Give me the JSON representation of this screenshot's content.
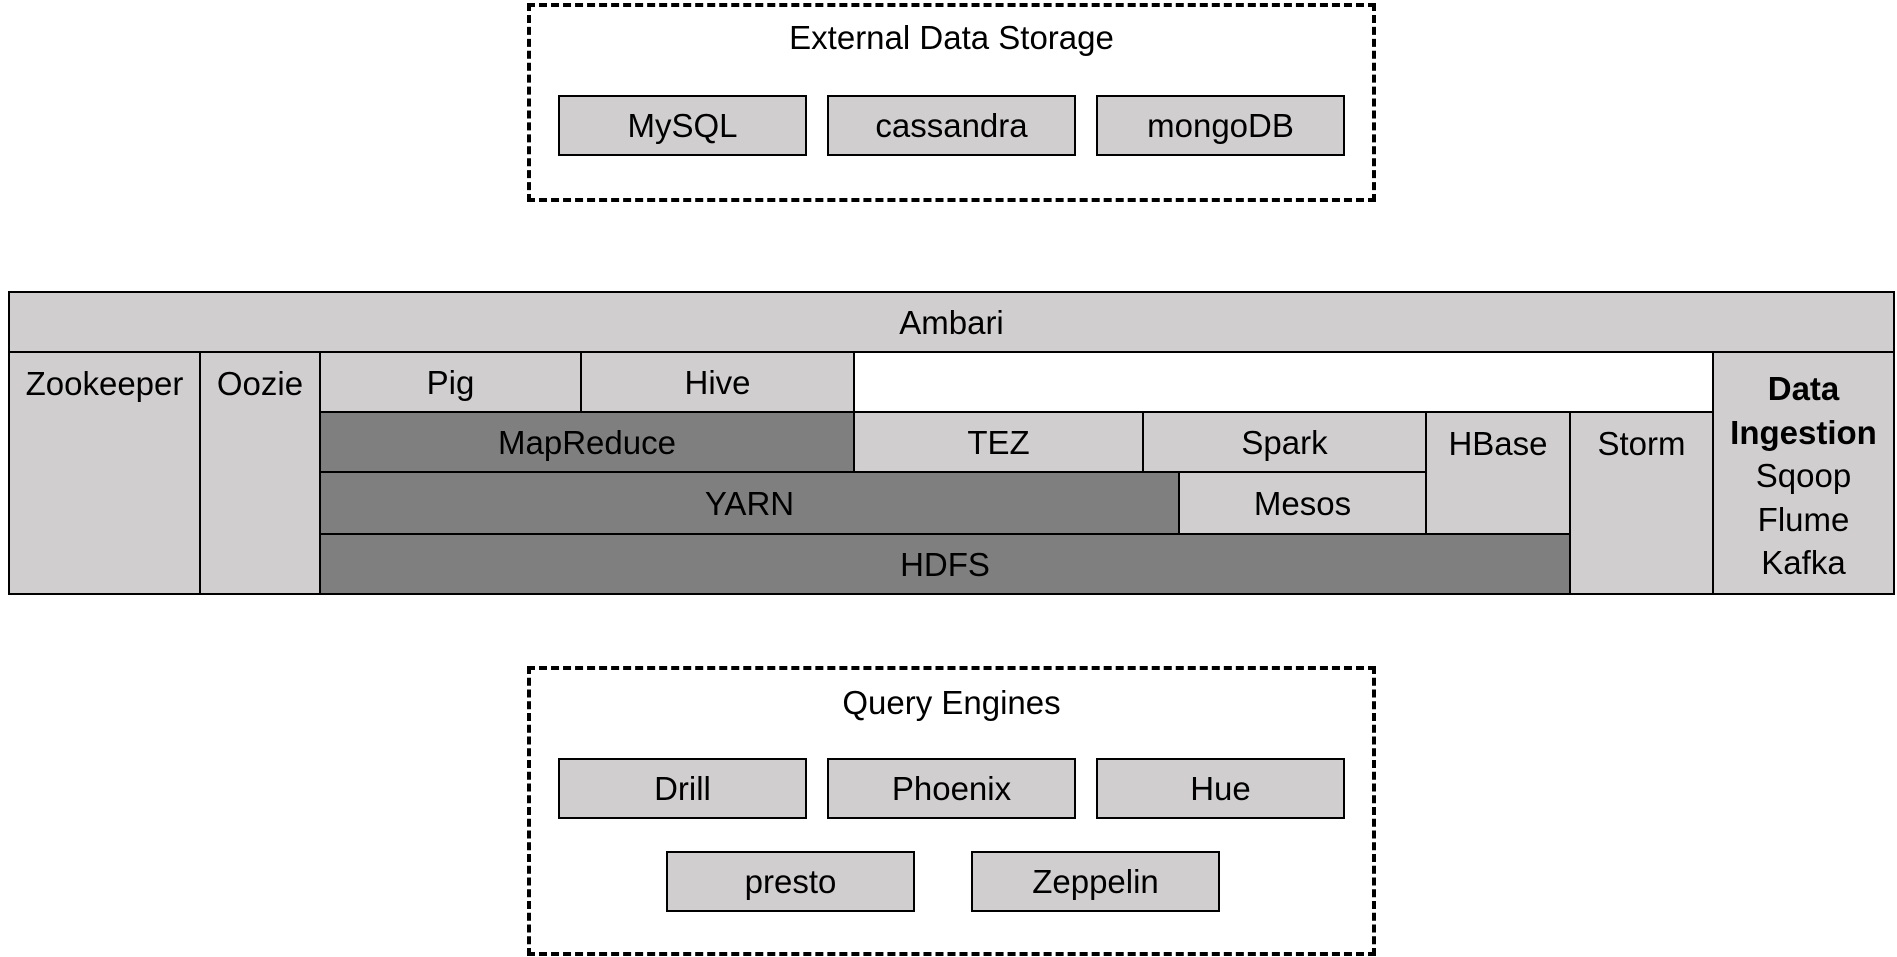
{
  "external_storage": {
    "title": "External Data Storage",
    "items": [
      "MySQL",
      "cassandra",
      "mongoDB"
    ]
  },
  "hadoop_stack": {
    "ambari": "Ambari",
    "zookeeper": "Zookeeper",
    "oozie": "Oozie",
    "pig": "Pig",
    "hive": "Hive",
    "mapreduce": "MapReduce",
    "tez": "TEZ",
    "spark": "Spark",
    "hbase": "HBase",
    "storm": "Storm",
    "yarn": "YARN",
    "mesos": "Mesos",
    "hdfs": "HDFS",
    "data_ingestion": {
      "title_line1": "Data",
      "title_line2": "Ingestion",
      "items": [
        "Sqoop",
        "Flume",
        "Kafka"
      ]
    }
  },
  "query_engines": {
    "title": "Query Engines",
    "items": [
      "Drill",
      "Phoenix",
      "Hue",
      "presto",
      "Zeppelin"
    ]
  },
  "colors": {
    "light_box": "#d0cece",
    "dark_box": "#7f7f7f",
    "border": "#000000",
    "background": "#ffffff"
  }
}
